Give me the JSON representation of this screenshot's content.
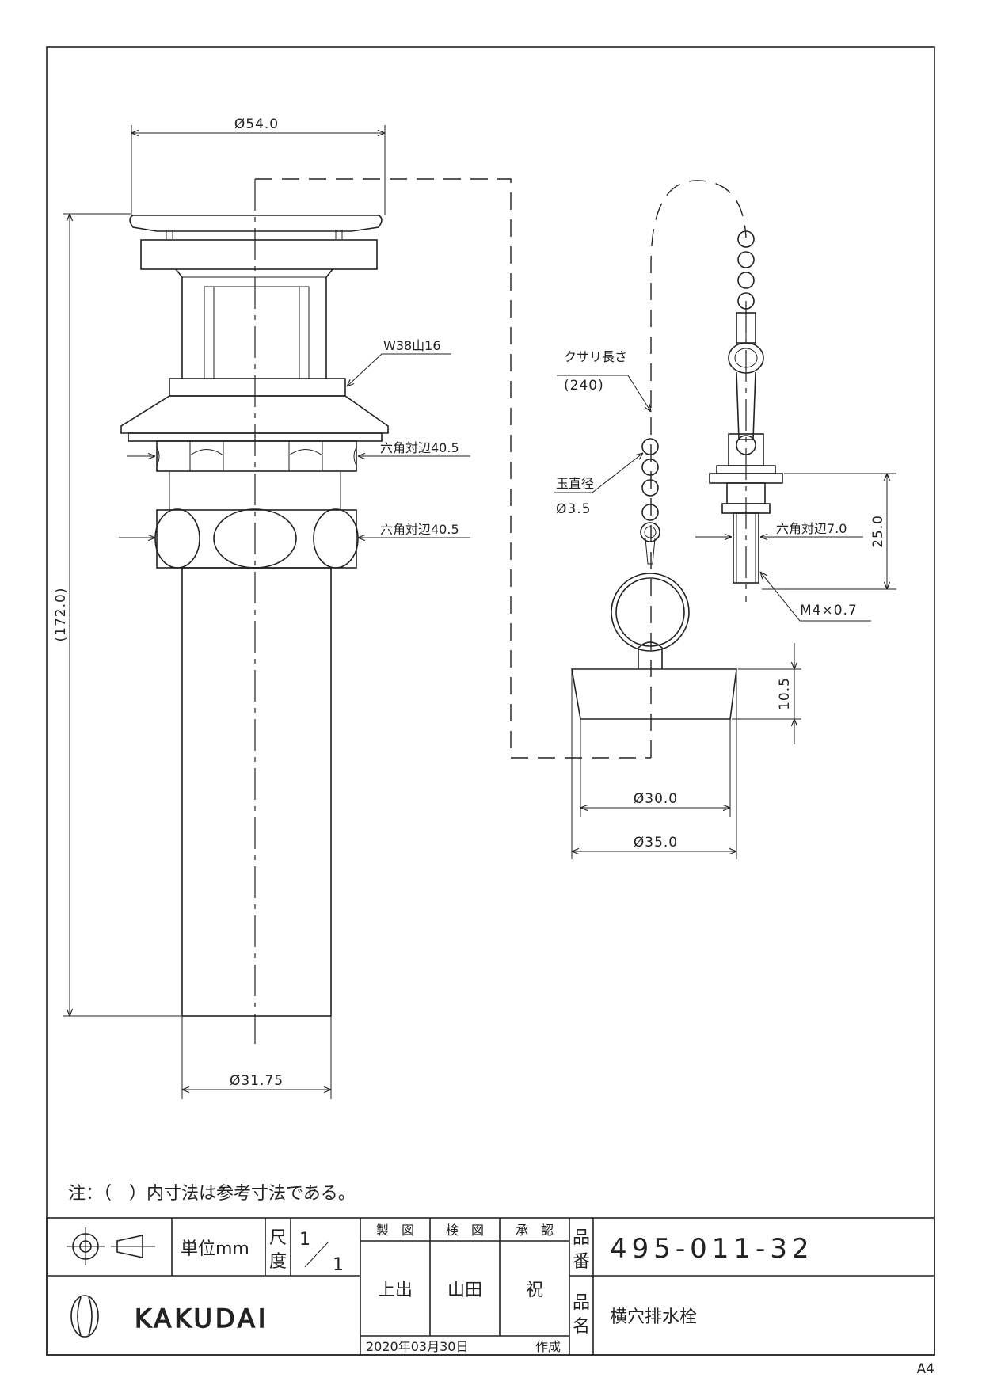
{
  "sheet_size": "A4",
  "note": "注：（　）内寸法は参考寸法である。",
  "dimensions": {
    "flange_dia": "Ø54.0",
    "overall_length": "(172.0)",
    "thread": "W38山16",
    "hex1": "六角対辺40.5",
    "hex2": "六角対辺40.5",
    "pipe_dia": "Ø31.75",
    "chain_length_label": "クサリ長さ",
    "chain_length_value": "(240)",
    "ball_dia_label": "玉直径",
    "ball_dia_value": "Ø3.5",
    "hex3": "六角対辺7.0",
    "height_25": "25.0",
    "screw": "M4×0.7",
    "plug_height": "10.5",
    "plug_dia_small": "Ø30.0",
    "plug_dia_large": "Ø35.0"
  },
  "title_block": {
    "unit_label": "単位mm",
    "scale_label_1": "尺",
    "scale_label_2": "度",
    "scale_num": "1",
    "scale_den": "1",
    "drawn_label": "製　図",
    "checked_label": "検　図",
    "approved_label": "承　認",
    "drawn_name": "上出",
    "checked_name": "山田",
    "approved_name": "祝",
    "part_no_label_1": "品",
    "part_no_label_2": "番",
    "part_no": "495-011-32",
    "part_name_label_1": "品",
    "part_name_label_2": "名",
    "part_name": "横穴排水栓",
    "date": "2020年03月30日",
    "created_label": "作成",
    "logo_text": "KAKUDAI"
  }
}
